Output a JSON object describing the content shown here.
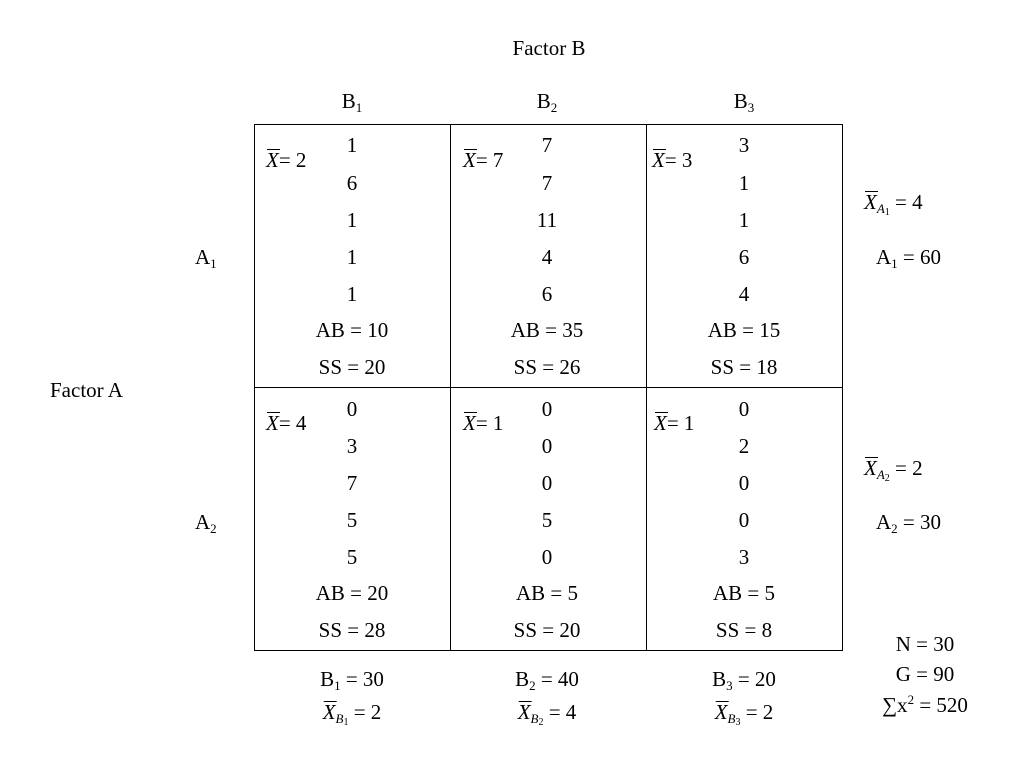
{
  "factor_b_title": "Factor B",
  "factor_a_title": "Factor A",
  "columns": [
    {
      "label": "B",
      "sub": "1",
      "total_text": "= 30",
      "mean_sub": "B",
      "mean_sub_index": "1",
      "mean_text": "= 2"
    },
    {
      "label": "B",
      "sub": "2",
      "total_text": "= 40",
      "mean_sub": "B",
      "mean_sub_index": "2",
      "mean_text": "= 4"
    },
    {
      "label": "B",
      "sub": "3",
      "total_text": "= 20",
      "mean_sub": "B",
      "mean_sub_index": "3",
      "mean_text": "= 2"
    }
  ],
  "rows": [
    {
      "label": "A",
      "sub": "1",
      "mean_sub": "A",
      "mean_sub_index": "1",
      "mean_text": "= 4",
      "total_text": "= 60"
    },
    {
      "label": "A",
      "sub": "2",
      "mean_sub": "A",
      "mean_sub_index": "2",
      "mean_text": "= 2",
      "total_text": "= 30"
    }
  ],
  "cells": [
    [
      {
        "mean_symbol": "X",
        "mean_text": "= 2",
        "scores": [
          "1",
          "6",
          "1",
          "1",
          "1"
        ],
        "ab": "AB = 10",
        "ss": "SS = 20"
      },
      {
        "mean_symbol": "X",
        "mean_text": "= 7",
        "scores": [
          "7",
          "7",
          "11",
          "4",
          "6"
        ],
        "ab": "AB = 35",
        "ss": "SS = 26"
      },
      {
        "mean_symbol": "X",
        "mean_text": "= 3",
        "scores": [
          "3",
          "1",
          "1",
          "6",
          "4"
        ],
        "ab": "AB = 15",
        "ss": "SS = 18"
      }
    ],
    [
      {
        "mean_symbol": "X",
        "mean_text": "= 4",
        "scores": [
          "0",
          "3",
          "7",
          "5",
          "5"
        ],
        "ab": "AB = 20",
        "ss": "SS = 28"
      },
      {
        "mean_symbol": "X",
        "mean_text": "= 1",
        "scores": [
          "0",
          "0",
          "0",
          "5",
          "0"
        ],
        "ab": "AB = 5",
        "ss": "SS = 20"
      },
      {
        "mean_symbol": "X",
        "mean_text": "= 1",
        "scores": [
          "0",
          "2",
          "0",
          "0",
          "3"
        ],
        "ab": "AB = 5",
        "ss": "SS = 8"
      }
    ]
  ],
  "summary": {
    "n": "N = 30",
    "g": "G = 90",
    "sumx2_symbol": "∑x",
    "sumx2_power": "2",
    "sumx2_text": " = 520"
  }
}
